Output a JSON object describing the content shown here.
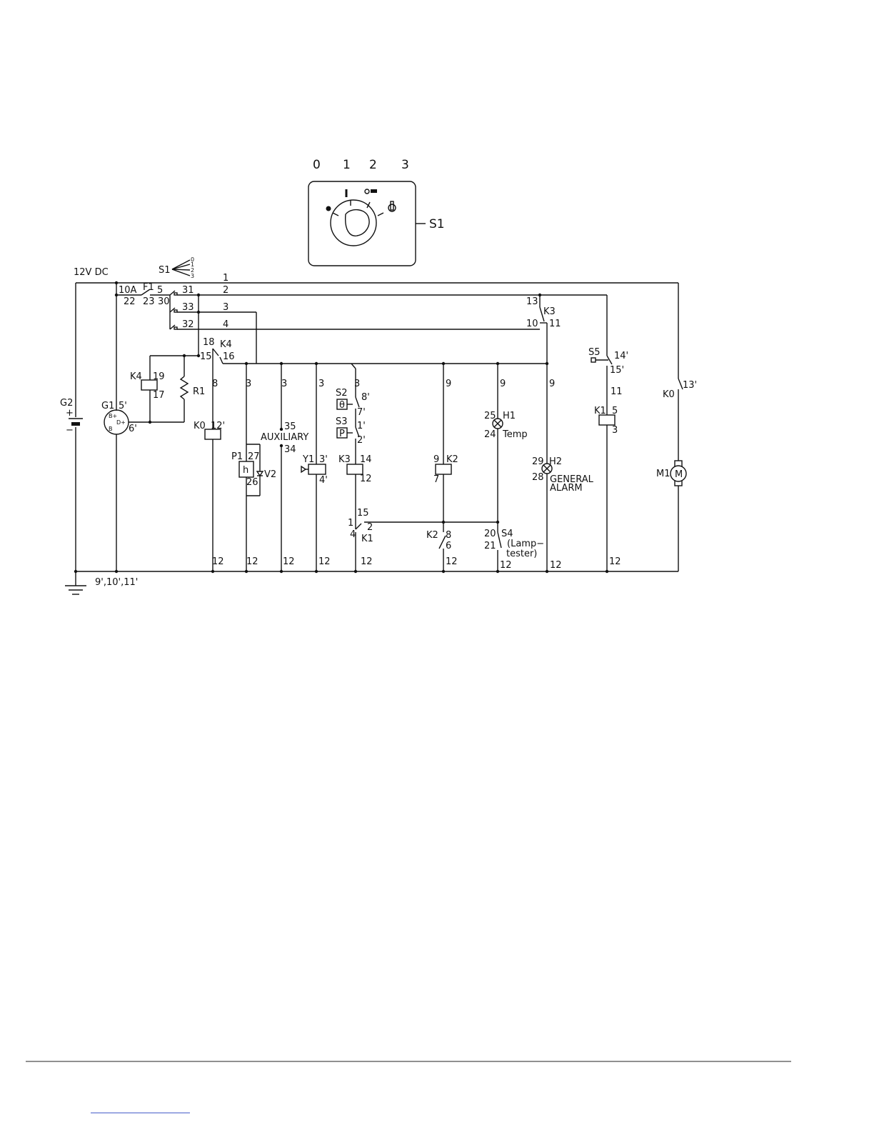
{
  "key_switch": {
    "positions": [
      "0",
      "1",
      "2",
      "3"
    ],
    "tag": "S1"
  },
  "supply": {
    "voltage": "12V  DC",
    "battery": "G2",
    "plus": "+",
    "minus": "−",
    "ground_terminals": "9',10',11'"
  },
  "switch_legend": {
    "tag": "S1",
    "positions": [
      "0",
      "1",
      "2",
      "3"
    ]
  },
  "wires": {
    "w1": "1",
    "w2": "2",
    "w3": "3",
    "w4": "4"
  },
  "fuse": {
    "rating": "10A",
    "tag": "F1",
    "t5": "5",
    "t22": "22",
    "t23": "23",
    "t30": "30"
  },
  "switch_contacts": {
    "c31": "31",
    "c33": "33",
    "c32": "32"
  },
  "k3_contact": {
    "tag": "K3",
    "t13": "13",
    "t10": "10",
    "t11": "11"
  },
  "k4_contact": {
    "tag": "K4",
    "t18": "18",
    "t15": "15",
    "t16": "16"
  },
  "k4_coil": {
    "tag": "K4",
    "t19": "19",
    "t17": "17"
  },
  "resistor": {
    "tag": "R1"
  },
  "alternator": {
    "tag": "G1",
    "t5": "5'",
    "t6": "6'",
    "b_plus": "B+",
    "d_plus": "D+",
    "b": "B"
  },
  "k0_coil": {
    "tag": "K0",
    "wire": "8",
    "t12": "12'"
  },
  "p1": {
    "tag": "P1",
    "wire": "3",
    "t27": "27",
    "t26": "26",
    "diode": "V2",
    "sym": "h"
  },
  "auxiliary": {
    "label": "AUXILIARY",
    "wire": "3",
    "t35": "35",
    "t34": "34"
  },
  "y1": {
    "tag": "Y1",
    "wire": "3",
    "t3": "3'",
    "t4": "4'"
  },
  "s2": {
    "tag": "S2",
    "box": "θ",
    "wire": "3",
    "t8": "8'",
    "t7": "7'"
  },
  "s3": {
    "tag": "S3",
    "box": "P",
    "t1": "1'",
    "t2": "2'"
  },
  "k3_coil": {
    "tag": "K3",
    "t14": "14",
    "t12": "12"
  },
  "k1_contact": {
    "tag": "K1",
    "t15": "15",
    "t1": "1",
    "t2": "2",
    "t4": "4"
  },
  "k2_coil": {
    "tag": "K2",
    "wire": "9",
    "t9": "9",
    "t7": "7"
  },
  "k2_contact": {
    "tag": "K2",
    "t8": "8",
    "t6": "6"
  },
  "h1": {
    "tag": "H1",
    "wire": "9",
    "t25": "25",
    "t24": "24",
    "label": "Temp"
  },
  "s4": {
    "tag": "S4",
    "t20": "20",
    "t21": "21",
    "label1": "(Lamp−",
    "label2": "tester)"
  },
  "h2": {
    "tag": "H2",
    "wire": "9",
    "t29": "29",
    "t28": "28",
    "label1": "GENERAL",
    "label2": "ALARM"
  },
  "s5": {
    "tag": "S5",
    "t14": "14'",
    "t15": "15'"
  },
  "k1_coil": {
    "tag": "K1",
    "wire": "11",
    "t5": "5",
    "t3": "3"
  },
  "k0_contact": {
    "tag": "K0",
    "t13": "13'"
  },
  "motor": {
    "tag": "M1",
    "symbol": "M"
  },
  "ground_wire": "12"
}
